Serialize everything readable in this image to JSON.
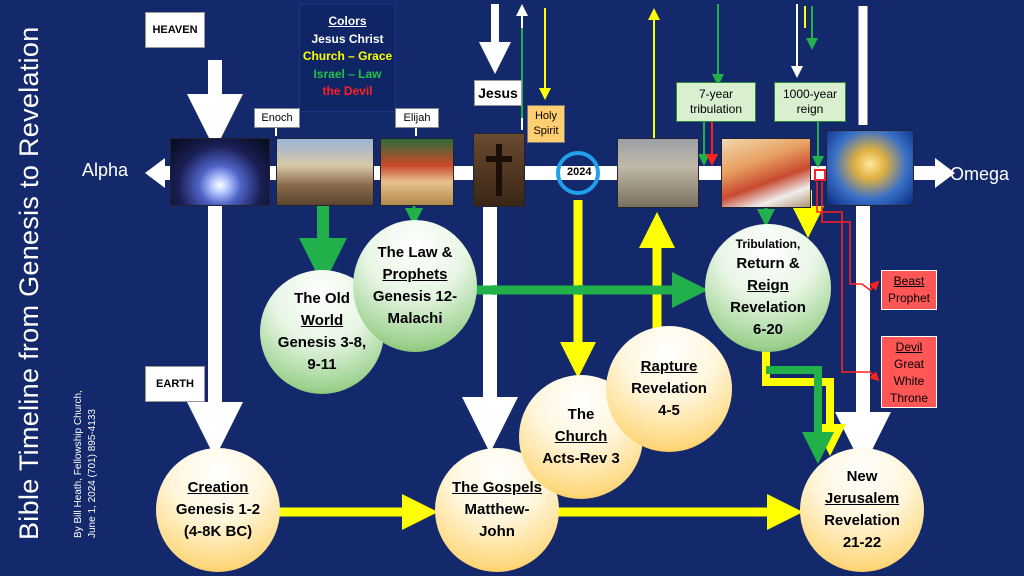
{
  "title": "Bible Timeline from Genesis to Revelation",
  "credit": {
    "line1": "By Bill Heath, Fellowship Church,",
    "line2": "June 1, 2024   (701) 895-4133"
  },
  "labels": {
    "heaven": "HEAVEN",
    "earth": "EARTH",
    "alpha": "Alpha",
    "omega": "Omega",
    "enoch": "Enoch",
    "elijah": "Elijah",
    "jesus": "Jesus",
    "holy_spirit_1": "Holy",
    "holy_spirit_2": "Spirit",
    "year": "2024",
    "tribulation_1": "7-year",
    "tribulation_2": "tribulation",
    "reign_1": "1000-year",
    "reign_2": "reign",
    "beast_1": "Beast",
    "beast_2": "Prophet",
    "devil_1": "Devil",
    "devil_2": "Great",
    "devil_3": "White",
    "devil_4": "Throne"
  },
  "legend": {
    "title": "Colors",
    "jesus": "Jesus Christ",
    "church": "Church – Grace",
    "israel": "Israel – Law",
    "devil": "the Devil",
    "colors": {
      "jesus": "#ffffff",
      "church": "#ffff00",
      "israel": "#22c04a",
      "devil": "#ff2020"
    }
  },
  "circles": {
    "old_world": {
      "l1": "The Old",
      "l2": "World",
      "l3": "Genesis 3-8,",
      "l4": "9-11"
    },
    "law": {
      "l1": "The Law &",
      "l2": "Prophets",
      "l3": "Genesis 12-",
      "l4": "Malachi"
    },
    "creation": {
      "l1": "Creation",
      "l2": "Genesis 1-2",
      "l3": "(4-8K BC)"
    },
    "gospels": {
      "l1": "The Gospels",
      "l2": "Matthew-",
      "l3": "John"
    },
    "church": {
      "l1": "The",
      "l2": "Church",
      "l3": "Acts-Rev 3"
    },
    "rapture": {
      "l1": "Rapture",
      "l2": "Revelation",
      "l3": "4-5"
    },
    "tribulation": {
      "l1": "Tribulation,",
      "l2": "Return &",
      "l3": "Reign",
      "l4": "Revelation",
      "l5": "6-20"
    },
    "jerusalem": {
      "l1": "New",
      "l2": "Jerusalem",
      "l3": "Revelation",
      "l4": "21-22"
    }
  },
  "colors": {
    "background": "#13296b",
    "white": "#ffffff",
    "yellow": "#ffff00",
    "green": "#22b04a",
    "red": "#ff2020"
  }
}
